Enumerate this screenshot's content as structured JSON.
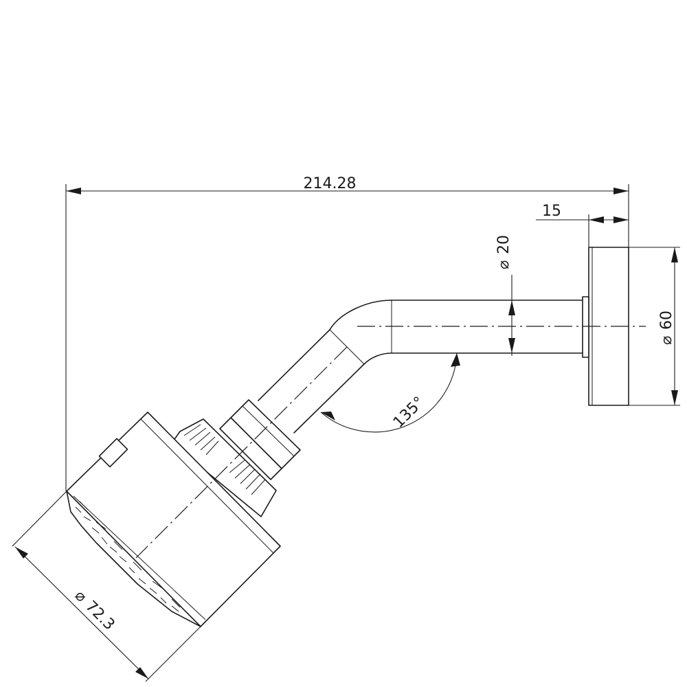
{
  "drawing": {
    "dimensions": {
      "overall_length": "214.28",
      "flange_depth": "15",
      "arm_diameter": "20",
      "flange_diameter": "60",
      "head_diameter": "72.3",
      "arm_angle": "135°"
    },
    "diameter_symbol": "⌀"
  }
}
